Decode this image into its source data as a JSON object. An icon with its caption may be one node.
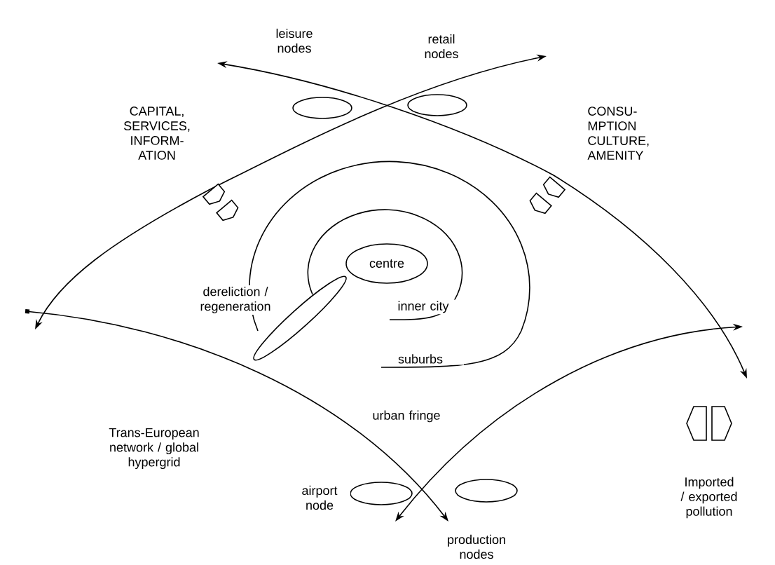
{
  "diagram": {
    "nodes": [
      {
        "text": [],
        "shape": "ellipse",
        "beside": [
          "leisure nodes"
        ]
      },
      {
        "text": [],
        "shape": "ellipse",
        "beside": [
          "retail nodes"
        ]
      },
      {
        "text": [
          "centre"
        ]
      },
      {
        "text": [],
        "shape": "ellipse",
        "beside": [
          "dereliction / regeneration"
        ]
      },
      {
        "text": [],
        "shape": "ellipse",
        "beside": [
          "airport node"
        ]
      },
      {
        "text": [],
        "shape": "ellipse",
        "beside": [
          "production nodes"
        ]
      }
    ],
    "edges": [],
    "labels": [
      "CAPITAL, SERVICES, INFORM-ATION",
      "CONSU-MPTION CULTURE, AMENITY",
      "inner city",
      "suburbs",
      "urban fringe",
      "Trans-European network / global hypergrid",
      "Imported / exported pollution"
    ]
  }
}
